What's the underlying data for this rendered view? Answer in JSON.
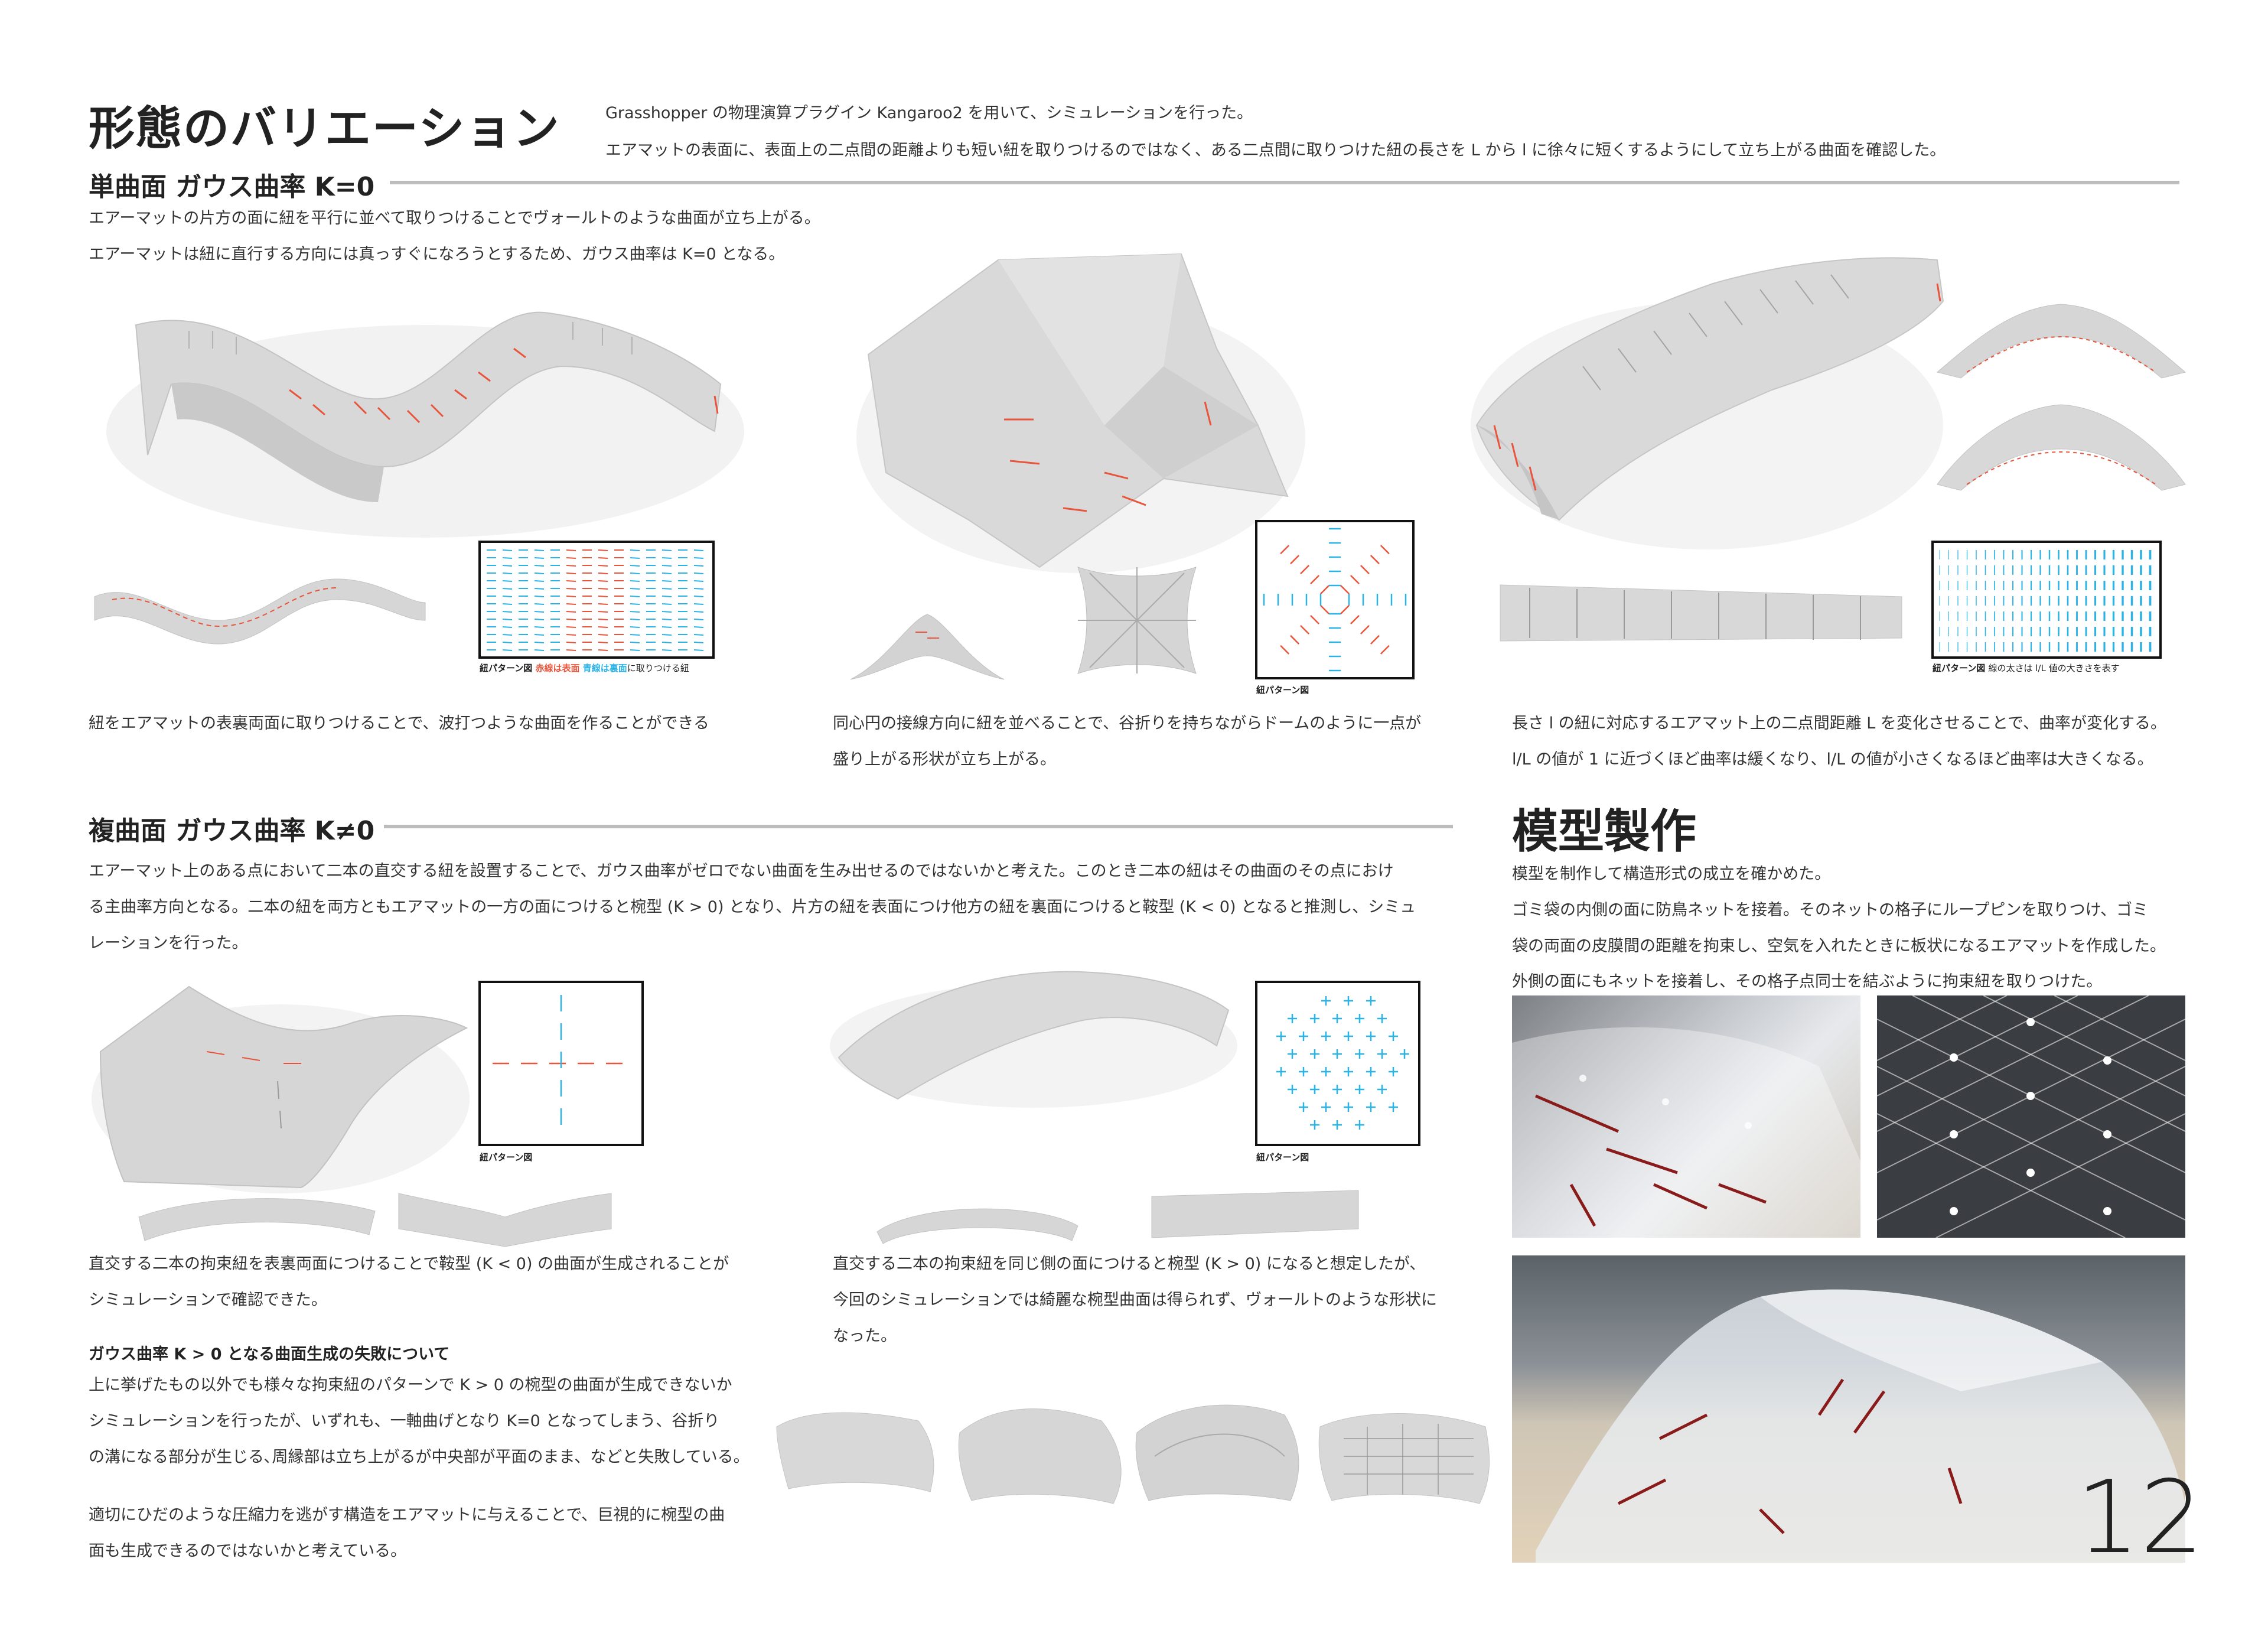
{
  "title": "形態のバリエーション",
  "intro": {
    "line1": "Grasshopper の物理演算プラグイン Kangaroo2 を用いて、シミュレーションを行った。",
    "line2": "エアマットの表面に、表面上の二点間の距離よりも短い紐を取りつけるのではなく、ある二点間に取りつけた紐の長さを L から l に徐々に短くするようにして立ち上がる曲面を確認した。"
  },
  "section1": {
    "heading": "単曲面 ガウス曲率 K=0",
    "desc1": "エアーマットの片方の面に紐を平行に並べて取りつけることでヴォールトのような曲面が立ち上がる。",
    "desc2": "エアーマットは紐に直行する方向には真っすぐになろうとするため、ガウス曲率は K=0 となる。",
    "case_a": {
      "caption_prefix": "紐パターン図",
      "caption_red": "赤線は表面",
      "caption_blue": "青線は裏面",
      "caption_suffix": "に取りつける紐",
      "text": "紐をエアマットの表裏両面に取りつけることで、波打つような曲面を作ることができる"
    },
    "case_b": {
      "caption": "紐パターン図",
      "text1": "同心円の接線方向に紐を並べることで、谷折りを持ちながらドームのように一点が",
      "text2": "盛り上がる形状が立ち上がる。"
    },
    "case_c": {
      "caption_prefix": "紐パターン図",
      "caption_suffix": "線の太さは l/L 値の大きさを表す",
      "text1": "長さ l の紐に対応するエアマット上の二点間距離 L を変化させることで、曲率が変化する。",
      "text2": "l/L の値が 1 に近づくほど曲率は緩くなり、l/L の値が小さくなるほど曲率は大きくなる。"
    }
  },
  "section2": {
    "heading": "複曲面 ガウス曲率 K≠0",
    "desc1": "エアーマット上のある点において二本の直交する紐を設置することで、ガウス曲率がゼロでない曲面を生み出せるのではないかと考えた。このとき二本の紐はその曲面のその点におけ",
    "desc2": "る主曲率方向となる。二本の紐を両方ともエアマットの一方の面につけると椀型 (K > 0) となり、片方の紐を表面につけ他方の紐を裏面につけると鞍型 (K < 0) となると推測し、シミュ",
    "desc3": "レーションを行った。",
    "case_a": {
      "caption": "紐パターン図",
      "text1": "直交する二本の拘束紐を表裏両面につけることで鞍型 (K < 0) の曲面が生成されることが",
      "text2": "シミュレーションで確認できた。"
    },
    "case_b": {
      "caption": "紐パターン図",
      "text1": "直交する二本の拘束紐を同じ側の面につけると椀型 (K > 0) になると想定したが、",
      "text2": "今回のシミュレーションでは綺麗な椀型曲面は得られず、ヴォールトのような形状に",
      "text3": "なった。"
    },
    "failure": {
      "heading": "ガウス曲率 K > 0 となる曲面生成の失敗について",
      "text1": "上に挙げたもの以外でも様々な拘束紐のパターンで K > 0 の椀型の曲面が生成できないか",
      "text2": "シミュレーションを行ったが、いずれも、一軸曲げとなり K=0 となってしまう、谷折り",
      "text3": "の溝になる部分が生じる､周縁部は立ち上がるが中央部が平面のまま、などと失敗している。",
      "text4": "適切にひだのような圧縮力を逃がす構造をエアマットに与えることで、巨視的に椀型の曲",
      "text5": "面も生成できるのではないかと考えている。"
    }
  },
  "section3": {
    "heading": "模型製作",
    "text1": "模型を制作して構造形式の成立を確かめた。",
    "text2": "ゴミ袋の内側の面に防鳥ネットを接着。そのネットの格子にループピンを取りつけ、ゴミ",
    "text3": "袋の両面の皮膜間の距離を拘束し、空気を入れたときに板状になるエアマットを作成した。",
    "text4": "外側の面にもネットを接着し、その格子点同士を結ぶように拘束紐を取りつけた。"
  },
  "page_number": "12",
  "colors": {
    "red": "#e8553c",
    "blue": "#2bb3e6",
    "rule": "#bdbdbd",
    "render": "#dcdcdc"
  }
}
